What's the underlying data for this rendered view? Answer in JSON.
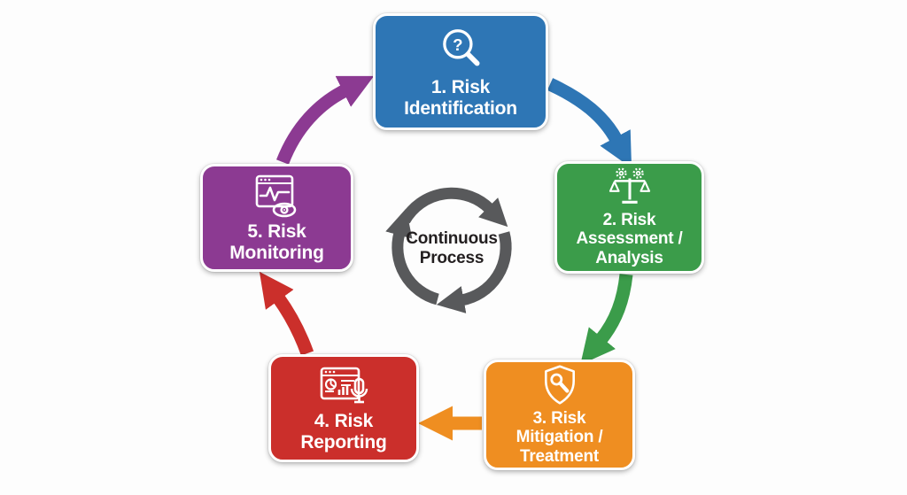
{
  "center": {
    "label": "Continuous Process",
    "lines": [
      "Continuous",
      "Process"
    ],
    "arrow_color": "#58595b",
    "text_color": "#231f20"
  },
  "steps": [
    {
      "number": "1",
      "label": "1. Risk Identification",
      "lines": [
        "1. Risk",
        "Identification"
      ],
      "color": "#2e76b5",
      "icon": "magnifier-question-icon"
    },
    {
      "number": "2",
      "label": "2. Risk Assessment / Analysis",
      "lines": [
        "2. Risk",
        "Assessment /",
        "Analysis"
      ],
      "color": "#3b9c4a",
      "icon": "scale-gears-icon"
    },
    {
      "number": "3",
      "label": "3. Risk Mitigation / Treatment",
      "lines": [
        "3. Risk",
        "Mitigation /",
        "Treatment"
      ],
      "color": "#ef8e21",
      "icon": "shield-wrench-icon"
    },
    {
      "number": "4",
      "label": "4. Risk Reporting",
      "lines": [
        "4. Risk",
        "Reporting"
      ],
      "color": "#cb2f2b",
      "icon": "report-mic-icon"
    },
    {
      "number": "5",
      "label": "5. Risk Monitoring",
      "lines": [
        "5. Risk",
        "Monitoring"
      ],
      "color": "#8c3a92",
      "icon": "monitor-eye-icon"
    }
  ],
  "connectors": [
    {
      "from": "1",
      "to": "2",
      "color": "#2e76b5"
    },
    {
      "from": "2",
      "to": "3",
      "color": "#3b9c4a"
    },
    {
      "from": "3",
      "to": "4",
      "color": "#ef8e21"
    },
    {
      "from": "4",
      "to": "5",
      "color": "#cb2f2b"
    },
    {
      "from": "5",
      "to": "1",
      "color": "#8c3a92"
    }
  ]
}
